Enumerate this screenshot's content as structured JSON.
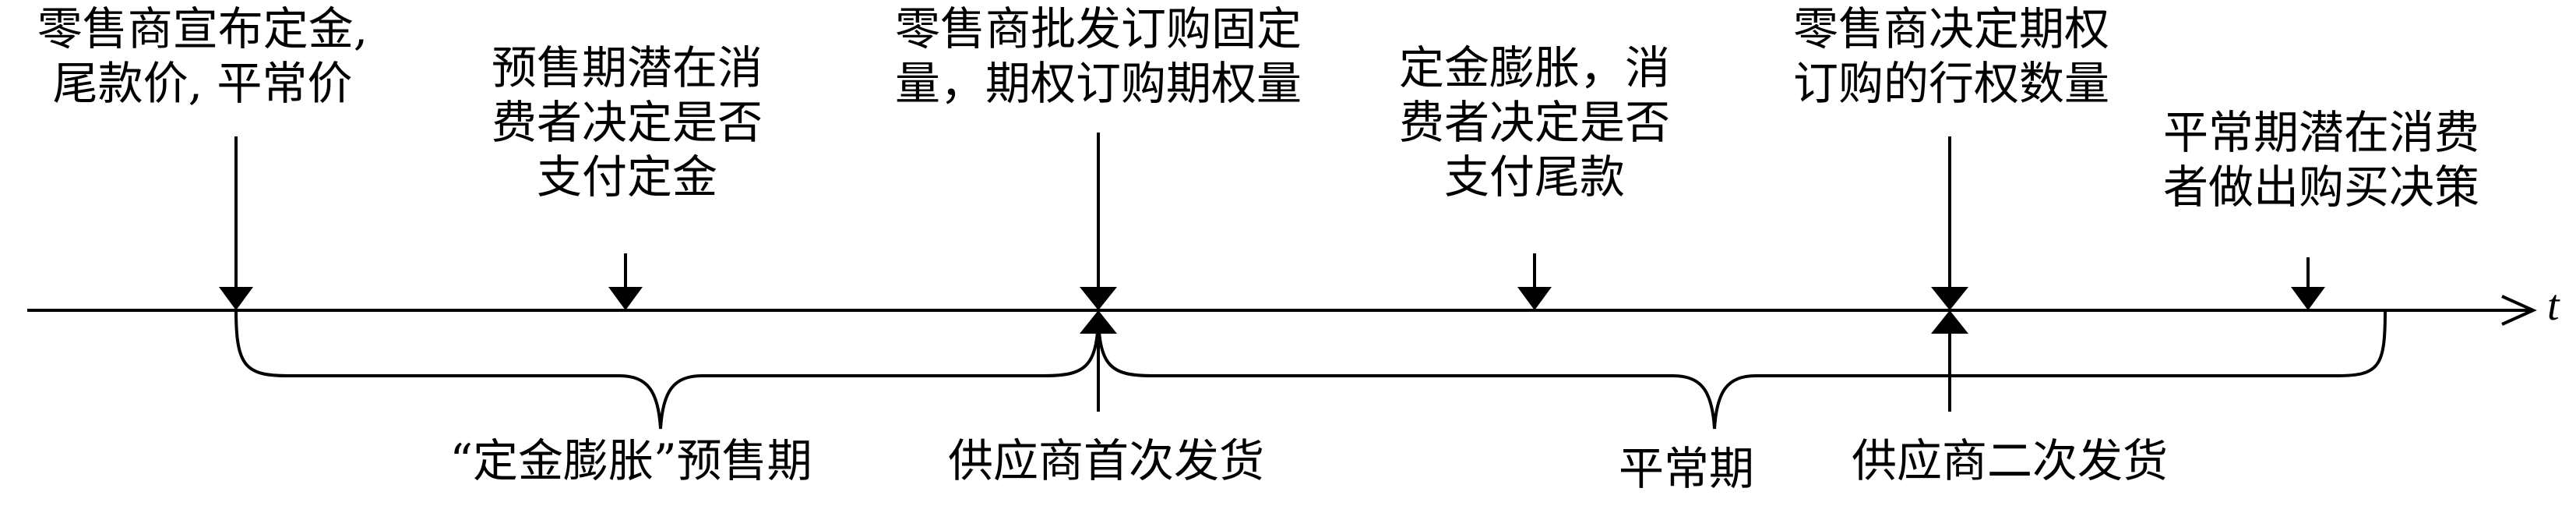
{
  "axis": {
    "label": "t"
  },
  "events_above": [
    {
      "id": "announce",
      "lines": [
        "零售商宣布定金,",
        "尾款价, 平常价"
      ]
    },
    {
      "id": "deposit",
      "lines": [
        "预售期潜在消",
        "费者决定是否",
        "支付定金"
      ]
    },
    {
      "id": "wholesale",
      "lines": [
        "零售商批发订购固定",
        "量，期权订购期权量"
      ]
    },
    {
      "id": "balance",
      "lines": [
        "定金膨胀，消",
        "费者决定是否",
        "支付尾款"
      ]
    },
    {
      "id": "exercise",
      "lines": [
        "零售商决定期权",
        "订购的行权数量"
      ]
    },
    {
      "id": "regular-buy",
      "lines": [
        "平常期潜在消费",
        "者做出购买决策"
      ]
    }
  ],
  "events_below": [
    {
      "id": "first-shipment",
      "text": "供应商首次发货"
    },
    {
      "id": "second-shipment",
      "text": "供应商二次发货"
    }
  ],
  "periods": [
    {
      "id": "presale",
      "text": "“定金膨胀”预售期"
    },
    {
      "id": "regular",
      "text": "平常期"
    }
  ]
}
